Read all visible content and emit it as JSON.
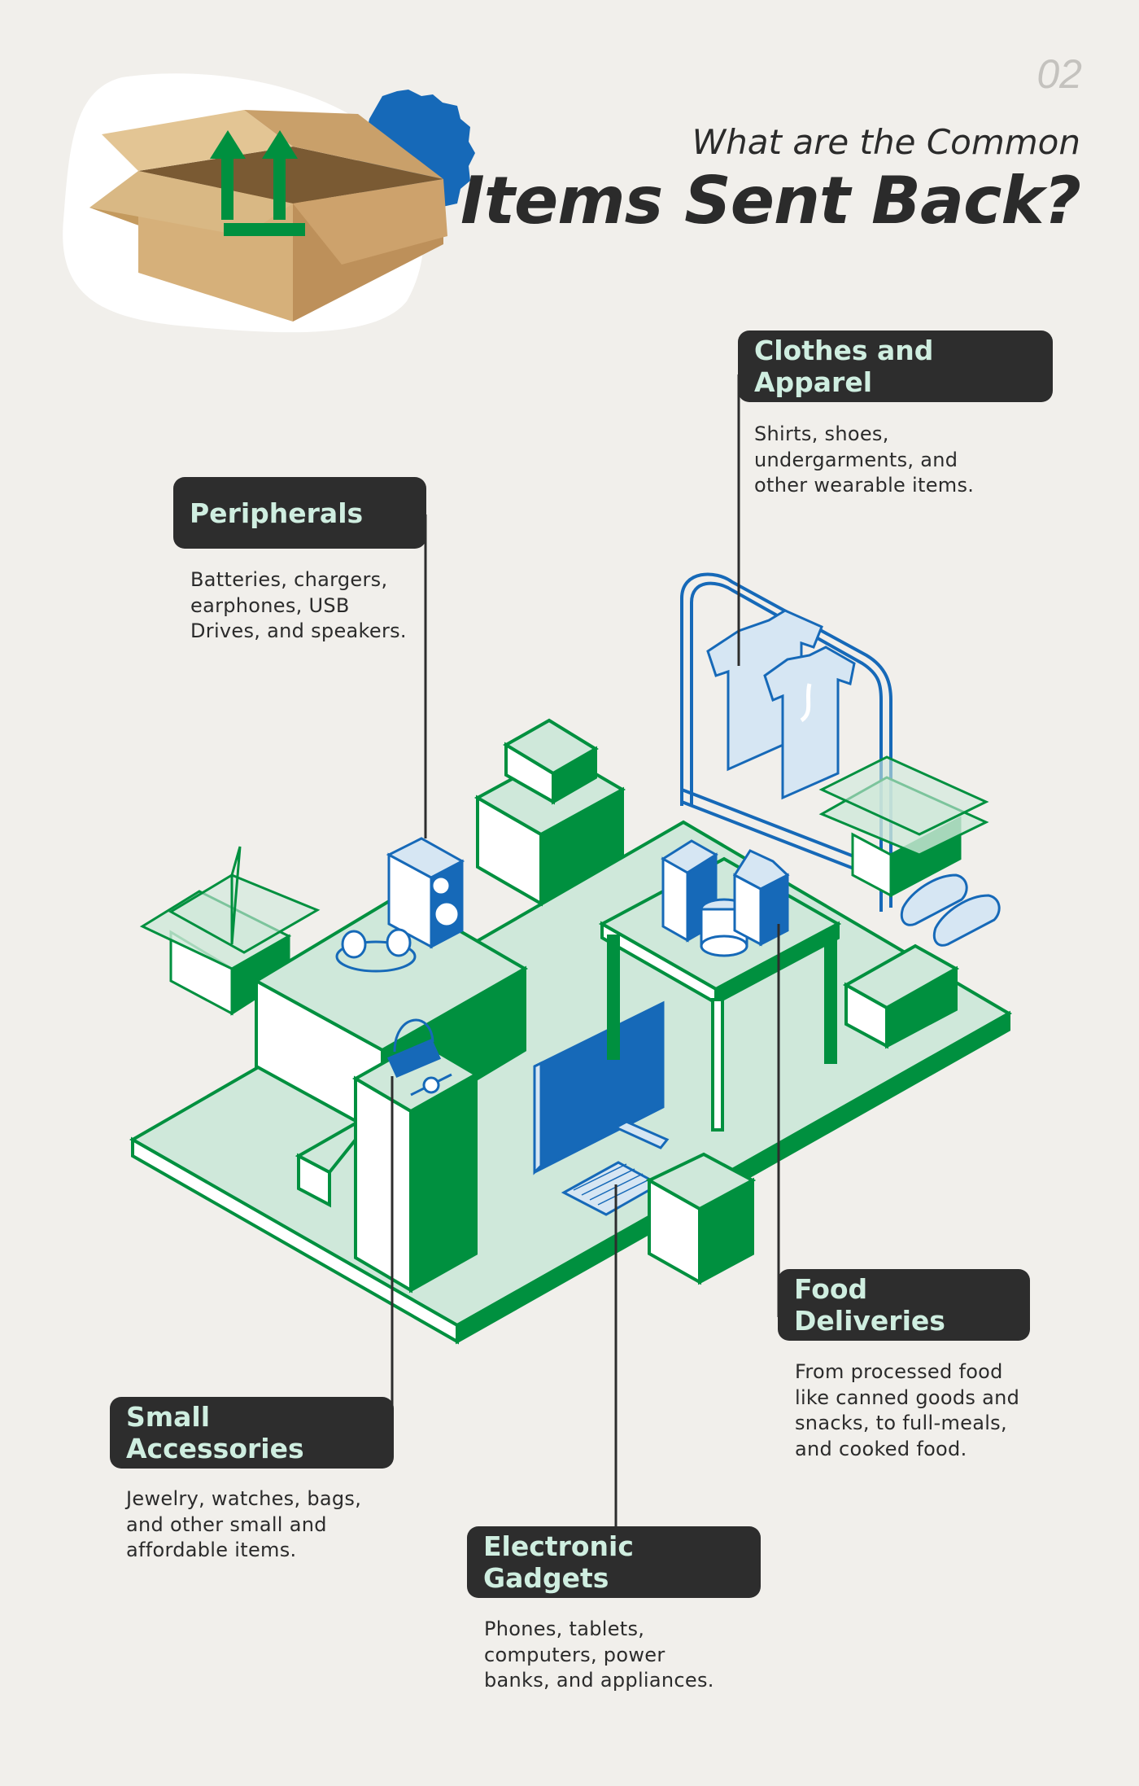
{
  "page_number": "02",
  "title": {
    "line1": "What are the Common",
    "line2": "Items Sent Back?"
  },
  "categories": [
    {
      "id": "clothes",
      "label": "Clothes and Apparel",
      "description": "Shirts, shoes,\nundergarments, and\nother wearable items."
    },
    {
      "id": "peripherals",
      "label": "Peripherals",
      "description": "Batteries, chargers,\nearphones, USB\nDrives, and speakers."
    },
    {
      "id": "food",
      "label": "Food Deliveries",
      "description": "From processed food\nlike canned goods and\nsnacks, to full-meals,\nand cooked food."
    },
    {
      "id": "accessories",
      "label": "Small Accessories",
      "description": "Jewelry, watches, bags,\nand other small and\naffordable items."
    },
    {
      "id": "gadgets",
      "label": "Electronic Gadgets",
      "description": "Phones, tablets,\ncomputers, power\nbanks, and appliances."
    }
  ],
  "colors": {
    "background": "#f1efeb",
    "label_bg": "#2d2d2d",
    "label_text": "#cfeee0",
    "green": "#00903f",
    "light_green": "#cfe8da",
    "blue": "#1669b8",
    "light_blue": "#d6e6f3"
  },
  "icons": [
    "return-box-icon",
    "upload-arrows-icon",
    "blue-badge-icon"
  ]
}
